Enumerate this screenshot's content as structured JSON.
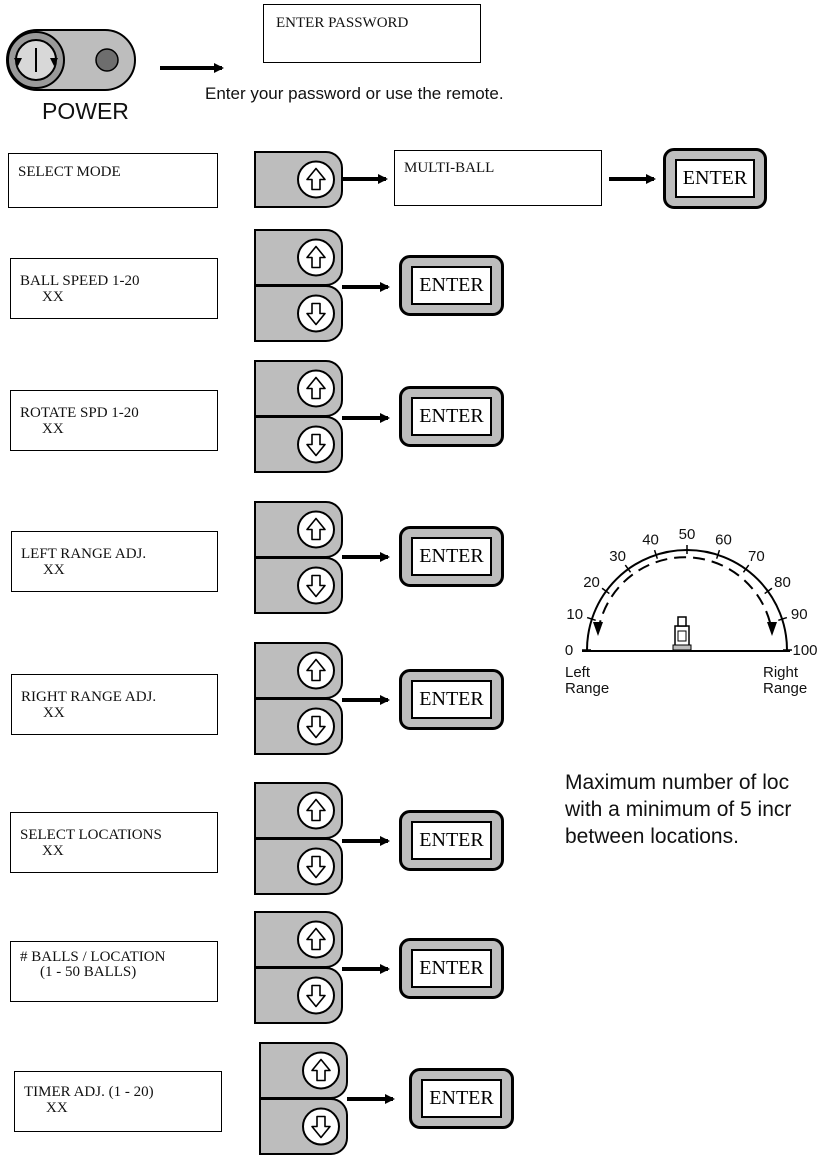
{
  "power": {
    "label": "POWER"
  },
  "password_screen": {
    "text": "ENTER PASSWORD"
  },
  "password_hint": "Enter your password or use the remote.",
  "enter_label": "ENTER",
  "mode_screen": {
    "text": "SELECT MODE"
  },
  "mode_value_screen": {
    "text": "MULTI-BALL"
  },
  "steps": [
    {
      "line1": "BALL SPEED 1-20",
      "line2": "XX"
    },
    {
      "line1": "ROTATE SPD 1-20",
      "line2": "XX"
    },
    {
      "line1": "LEFT RANGE ADJ.",
      "line2": "XX"
    },
    {
      "line1": "RIGHT RANGE ADJ.",
      "line2": "XX"
    },
    {
      "line1": "SELECT LOCATIONS",
      "line2": "XX"
    },
    {
      "line1": "# BALLS / LOCATION",
      "line2": "(1 - 50 BALLS)"
    },
    {
      "line1": "TIMER ADJ. (1 - 20)",
      "line2": "XX"
    }
  ],
  "gauge": {
    "ticks": [
      "0",
      "10",
      "20",
      "30",
      "40",
      "50",
      "60",
      "70",
      "80",
      "90",
      "100"
    ],
    "left_label": [
      "Left",
      "Range"
    ],
    "right_label": [
      "Right",
      "Range"
    ]
  },
  "locations_note": [
    "Maximum number of loc",
    "with a minimum of 5 incr",
    "between locations."
  ]
}
